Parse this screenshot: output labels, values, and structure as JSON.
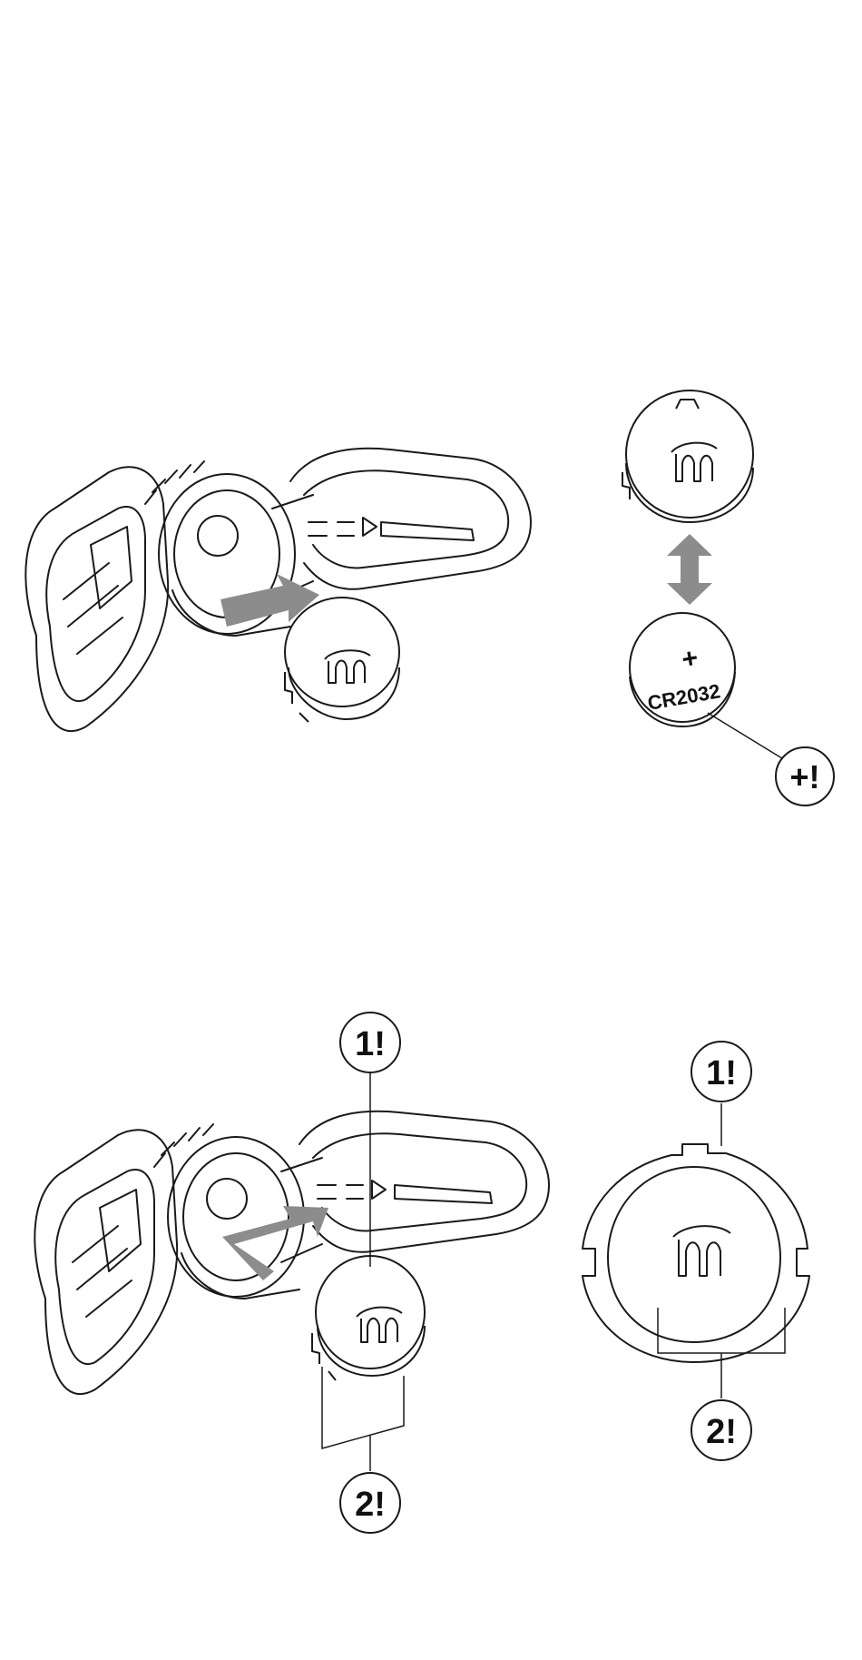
{
  "step1": {
    "battery_polarity": "+",
    "battery_model": "CR2032",
    "callout_polarity": "+!"
  },
  "step2": {
    "callout_top_left": "1!",
    "callout_bottom_left": "2!",
    "callout_top_right": "1!",
    "callout_bottom_right": "2!"
  },
  "colors": {
    "line": "#1a1a1a",
    "arrow": "#8c8c8c",
    "background": "#ffffff"
  },
  "icons": {
    "cap_logo": "m-logo-icon",
    "battery": "coin-cell-battery-icon",
    "insert_arrow": "insert-arrow-icon",
    "swap_arrow": "double-arrow-icon"
  }
}
